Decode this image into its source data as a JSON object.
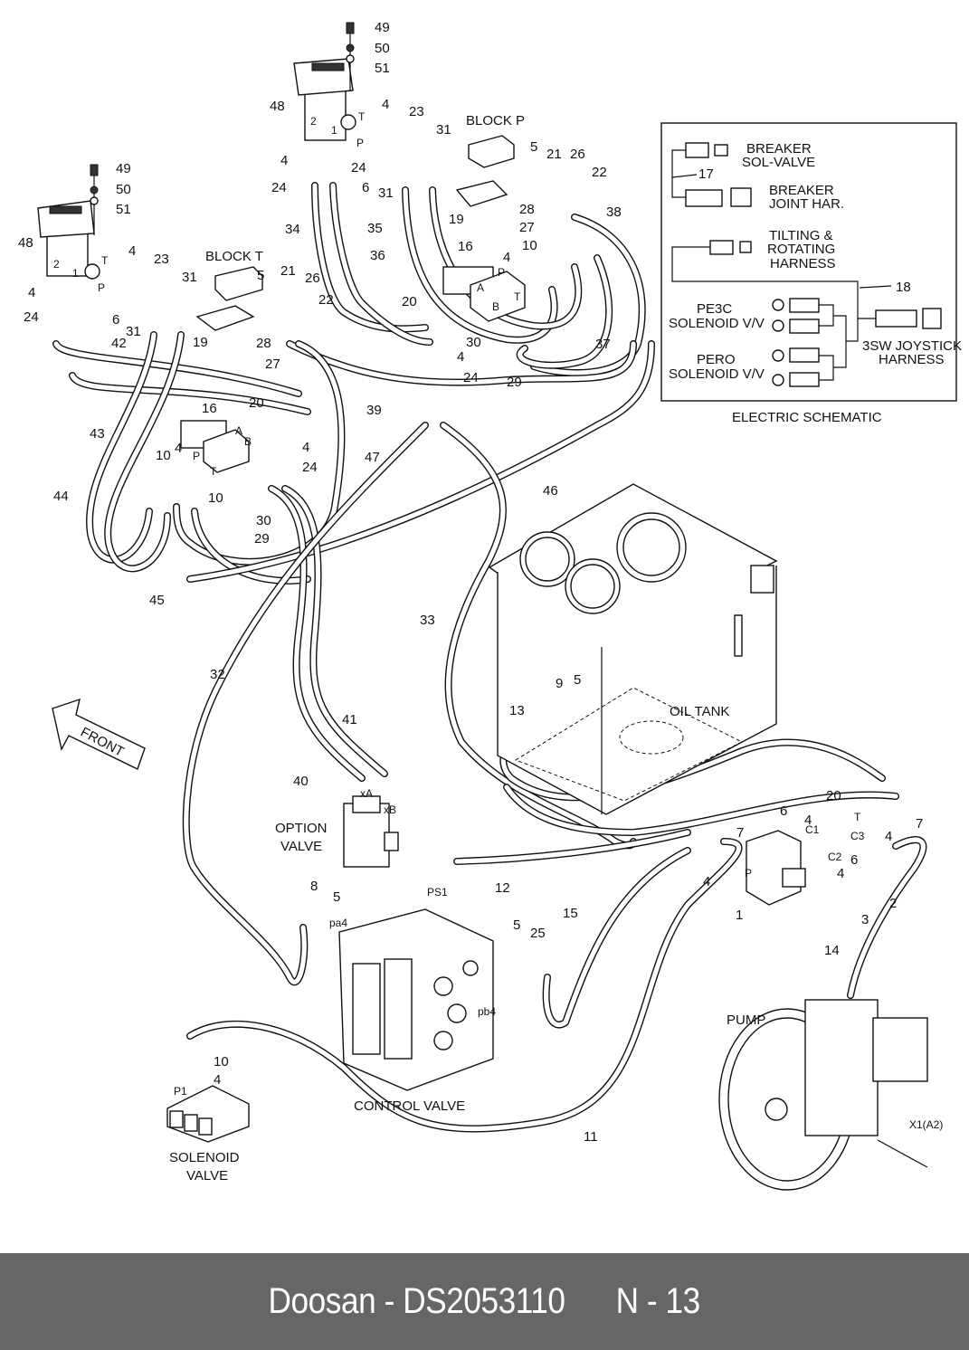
{
  "footer": {
    "brand": "Doosan",
    "separator": " - ",
    "part_number": "DS2053110",
    "page": "N - 13"
  },
  "electric_schematic": {
    "title": "ELECTRIC SCHEMATIC",
    "breaker_sol_valve": [
      "BREAKER",
      "SOL-VALVE"
    ],
    "breaker_joint_har": [
      "BREAKER",
      "JOINT HAR."
    ],
    "tilting_rotating": [
      "TILTING &",
      "ROTATING",
      "HARNESS"
    ],
    "pe3c": [
      "PE3C",
      "SOLENOID V/V"
    ],
    "pero": [
      "PERO",
      "SOLENOID V/V"
    ],
    "joystick": [
      "3SW JOYSTICK",
      "HARNESS"
    ],
    "ref_17": "17",
    "ref_18": "18"
  },
  "components": {
    "block_p": "BLOCK P",
    "block_t": "BLOCK T",
    "oil_tank": "OIL TANK",
    "option_valve": [
      "OPTION",
      "VALVE"
    ],
    "control_valve": "CONTROL VALVE",
    "solenoid_valve": [
      "SOLENOID",
      "VALVE"
    ],
    "pump": "PUMP",
    "front": "FRONT"
  },
  "port_labels": {
    "T": "T",
    "P": "P",
    "A": "A",
    "B": "B",
    "one": "1",
    "two": "2",
    "xA": "xA",
    "xB": "xB",
    "PS1": "PS1",
    "pa4": "pa4",
    "pb4": "pb4",
    "P1": "P1",
    "C1": "C1",
    "C2": "C2",
    "C3": "C3",
    "X1A2": "X1(A2)"
  },
  "callouts": {
    "r_49": "49",
    "r_50": "50",
    "r_51": "51",
    "r_48": "48",
    "r_4": "4",
    "r_23": "23",
    "r_31": "31",
    "r_6": "6",
    "r_24": "24",
    "r_5": "5",
    "r_21": "21",
    "r_26": "26",
    "r_22": "22",
    "r_19": "19",
    "r_28": "28",
    "r_27": "27",
    "r_38": "38",
    "r_34": "34",
    "r_35": "35",
    "r_36": "36",
    "r_16": "16",
    "r_10": "10",
    "r_20": "20",
    "r_30": "30",
    "r_29": "29",
    "r_37": "37",
    "r_39": "39",
    "r_42": "42",
    "r_43": "43",
    "r_44": "44",
    "r_45": "45",
    "r_46": "46",
    "r_47": "47",
    "r_33": "33",
    "r_32": "32",
    "r_13": "13",
    "r_9": "9",
    "r_7": "7",
    "r_1": "1",
    "r_2": "2",
    "r_3": "3",
    "r_41": "41",
    "r_40": "40",
    "r_12": "12",
    "r_8": "8",
    "r_25": "25",
    "r_15": "15",
    "r_14": "14",
    "r_11": "11"
  }
}
